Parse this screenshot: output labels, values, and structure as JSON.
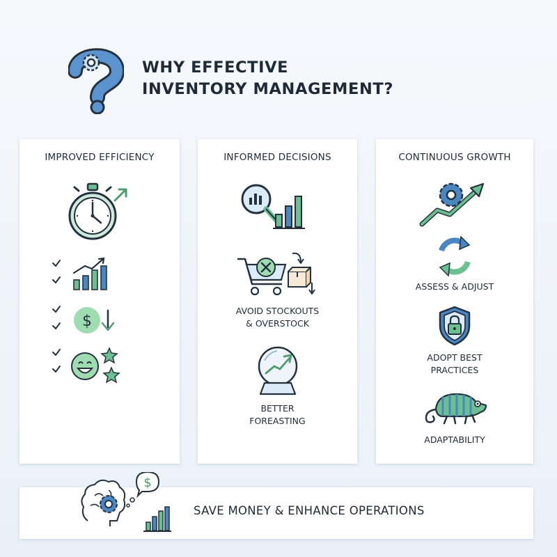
{
  "header": {
    "title_line1": "WHY EFFECTIVE",
    "title_line2": "INVENTORY MANAGEMENT?",
    "icon": "question-gear-icon"
  },
  "cards": [
    {
      "title": "IMPROVED EFFICIENCY",
      "icons": [
        "stopwatch-icon",
        "checklist-growth-icon",
        "cost-down-icon",
        "satisfaction-stars-icon"
      ]
    },
    {
      "title": "INFORMED DECISIONS",
      "icons": [
        "analytics-magnifier-icon",
        "cart-box-icon",
        "crystal-ball-icon"
      ],
      "captions": {
        "stockouts_line1": "AVOID STOCKOUTS",
        "stockouts_line2": "& OVERSTOCK",
        "forecasting_line1": "BETTER",
        "forecasting_line2": "FOREASTING"
      }
    },
    {
      "title": "CONTINUOUS GROWTH",
      "icons": [
        "gear-growth-arrow-icon",
        "refresh-cycle-icon",
        "shield-lock-icon",
        "chameleon-icon"
      ],
      "captions": {
        "assess": "ASSESS & ADJUST",
        "adopt_line1": "ADOPT BEST",
        "adopt_line2": "PRACTICES",
        "adaptability": "ADAPTABILITY"
      }
    }
  ],
  "footer": {
    "text": "SAVE MONEY & ENHANCE OPERATIONS",
    "icon": "brain-money-icon"
  },
  "colors": {
    "blue": "#4a86c0",
    "green": "#6cc08f",
    "dark": "#23313f",
    "light_green": "#c6ebd1"
  }
}
